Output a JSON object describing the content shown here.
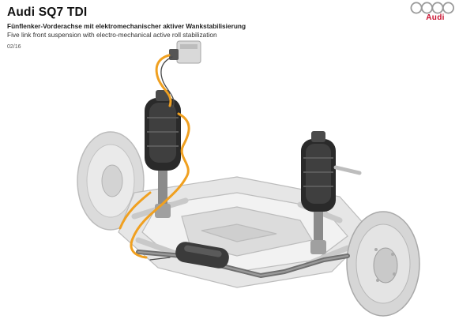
{
  "header": {
    "title": "Audi SQ7 TDI",
    "subtitle_de": "Fünflenker-Vorderachse mit elektromechanischer aktiver Wankstabilisierung",
    "subtitle_en": "Five link front suspension with electro-mechanical active roll stabilization",
    "page_code": "02/16"
  },
  "logo": {
    "wordmark": "Audi",
    "icon": "audi-four-rings-icon",
    "ring_color": "#9a9a9a",
    "wordmark_color": "#c8102e"
  },
  "figure": {
    "icon": "front-suspension-illustration",
    "cable_color": "#f0a020",
    "air_spring_color": "#2a2a2a",
    "subframe_color": "#e6e6e6"
  }
}
